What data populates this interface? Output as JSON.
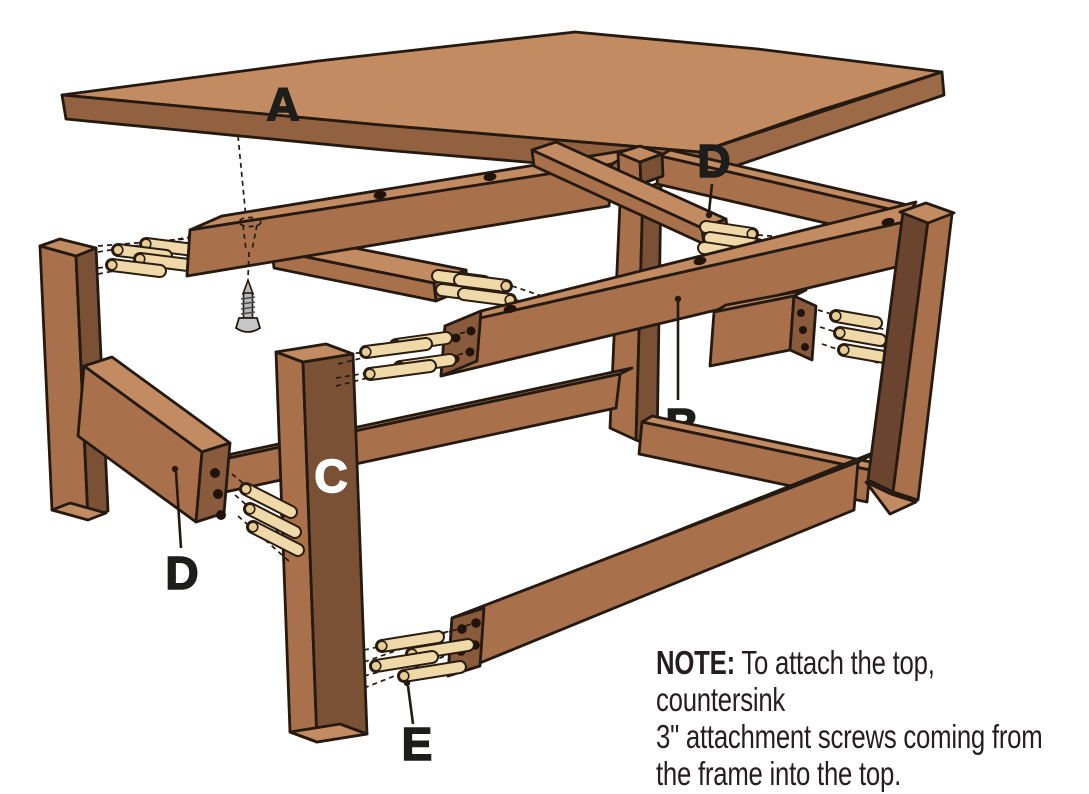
{
  "labels": {
    "tabletop": "A",
    "front_rail": "B",
    "leg": "C",
    "cross_brace": "D",
    "side_rail": "D",
    "dowel": "E"
  },
  "note": {
    "prefix": "NOTE:",
    "line1": "To attach the top, countersink",
    "line2": "3\" attachment screws coming from",
    "line3": "the frame into the top."
  },
  "colors": {
    "background": "#ffffff",
    "outline": "#241a11",
    "wood_top": "#C28B61",
    "wood_med": "#A9714B",
    "wood_dark": "#7B5136",
    "wood_deep": "#6B4430",
    "wood_end": "#8A5A3C",
    "tabletop_front": "#92613F",
    "tabletop_right": "#9C6A46",
    "dowel": "#EFD9A8",
    "dowel_cap": "#E6CD96",
    "hole": "#201409",
    "screw_body": "#B9B9B9",
    "screw_head": "#C6C6C6",
    "label": "#1d1d1b",
    "label_light": "#ffffff",
    "note_text": "#231f20"
  }
}
